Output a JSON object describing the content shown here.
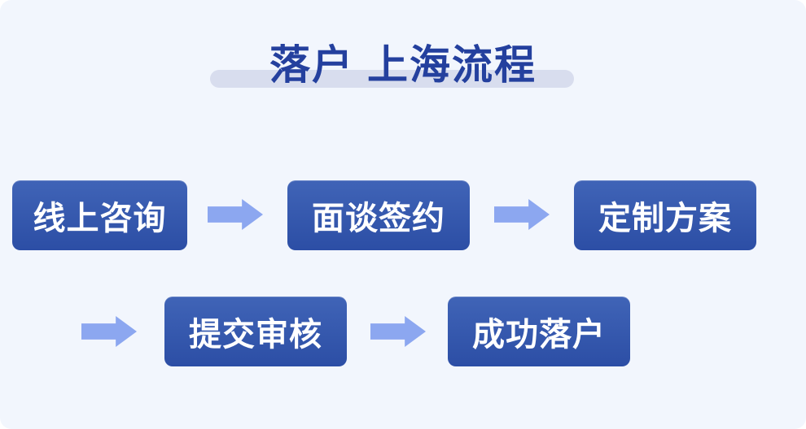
{
  "title": {
    "text": "落户 上海流程"
  },
  "steps": [
    {
      "label": "线上咨询"
    },
    {
      "label": "面谈签约"
    },
    {
      "label": "定制方案"
    },
    {
      "label": "提交审核"
    },
    {
      "label": "成功落户"
    }
  ],
  "icons": [
    {
      "name": "arrow-right-icon",
      "glyph": "➡"
    }
  ],
  "colors": {
    "background": "#f2f6fd",
    "title_text": "#24409e",
    "title_pill": "#d8ddee",
    "box_gradient_top": "#4064b7",
    "box_gradient_bottom": "#2c4ea5",
    "box_text": "#ffffff",
    "arrow": "#8ca7f0"
  }
}
